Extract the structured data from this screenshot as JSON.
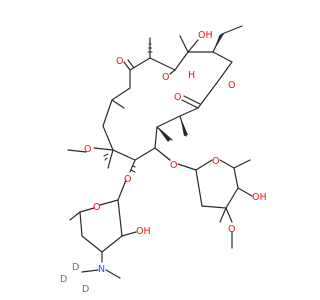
{
  "structure": {
    "label_colors": {
      "oxygen": "#ff0d0d",
      "nitrogen": "#3050f8",
      "deuterium": "#6e6e6e",
      "bond": "#2b2b2b"
    },
    "atom_labels": {
      "o_ketone": "O",
      "oh_top_right": "OH",
      "o_oh_mid": "O",
      "h_oh_mid": "H",
      "o_ring_lactone": "O",
      "o_lactone_carbonyl": "O",
      "o_methoxy_left": "O",
      "o_glycoside_left": "O",
      "o_glycoside_right": "O",
      "o_sugar_left_ring": "O",
      "o_sugar_right_ring": "O",
      "oh_sugar_left": "OH",
      "oh_sugar_right": "OH",
      "o_methoxy_right": "O",
      "n_dimethylamino": "N",
      "d1": "D",
      "d2": "D",
      "d3": "D"
    }
  }
}
